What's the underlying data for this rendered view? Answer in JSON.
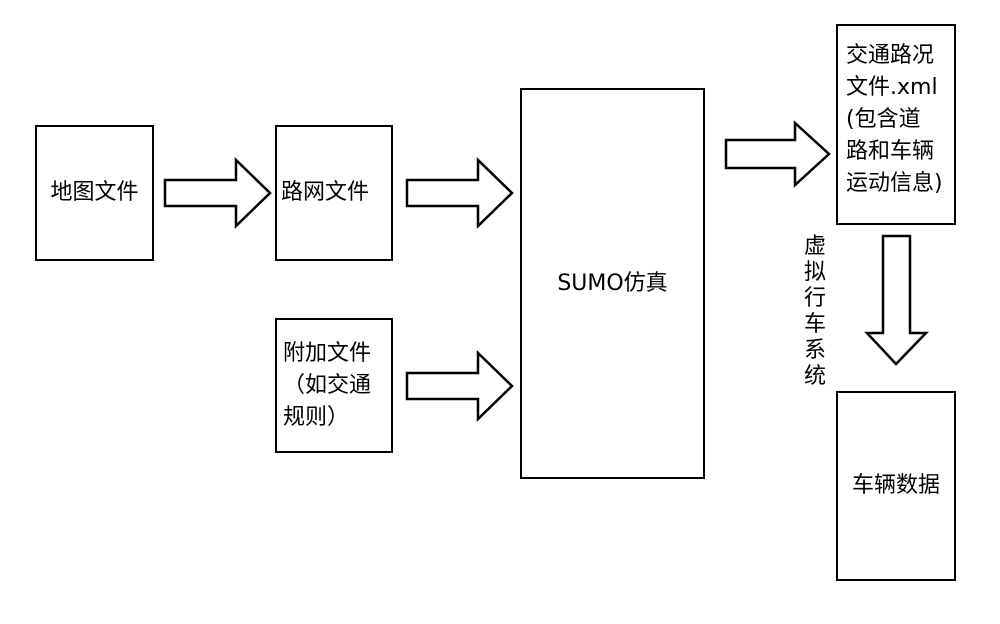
{
  "nodes": {
    "map_file": {
      "label": "地图文件"
    },
    "road_network_file": {
      "label": "路网文件"
    },
    "additional_file": {
      "lines": [
        "附加文件",
        "（如交通",
        "规则）"
      ]
    },
    "sumo_simulation": {
      "label": "SUMO仿真"
    },
    "traffic_xml": {
      "lines": [
        "交通路况",
        "文件.xml",
        "(包含道",
        "路和车辆",
        "运动信息)"
      ]
    },
    "vehicle_data": {
      "label": "车辆数据"
    }
  },
  "side_label": "虚拟行车系统"
}
